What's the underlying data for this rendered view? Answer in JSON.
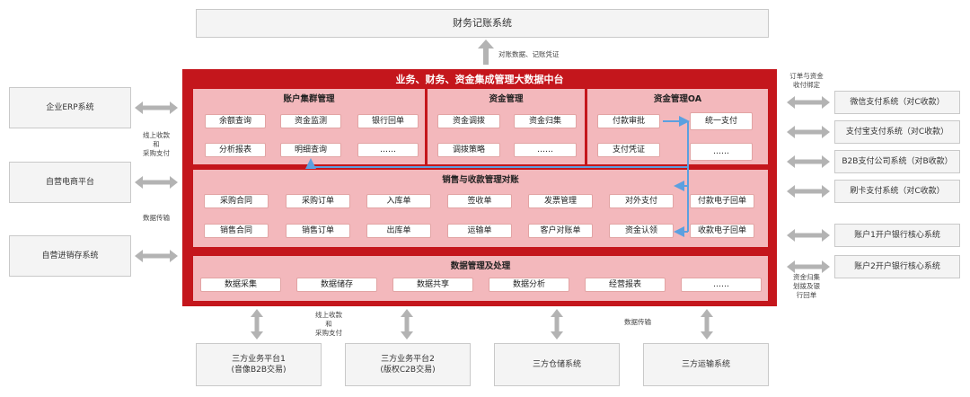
{
  "top": {
    "system": "财务记账系统",
    "arrow_label": "对账数据、记账凭证"
  },
  "platform": {
    "title": "业务、财务、资金集成管理大数据中台"
  },
  "account_mgmt": {
    "title": "账户集群管理",
    "items": [
      "余额查询",
      "资金监测",
      "银行回单",
      "分析报表",
      "明细查询",
      "……"
    ]
  },
  "fund_mgmt": {
    "title": "资金管理",
    "items": [
      "资金调拨",
      "资金归集",
      "调拨策略",
      "……"
    ]
  },
  "fund_oa": {
    "title": "资金管理OA",
    "items": [
      "付款审批",
      "统一支付",
      "支付凭证",
      "……"
    ]
  },
  "sales": {
    "title": "销售与收款管理对账",
    "row1": [
      "采购合同",
      "采购订单",
      "入库单",
      "签收单",
      "发票管理",
      "对外支付",
      "付款电子回单"
    ],
    "row2": [
      "销售合同",
      "销售订单",
      "出库单",
      "运输单",
      "客户对账单",
      "资金认领",
      "收款电子回单"
    ]
  },
  "data_mgmt": {
    "title": "数据管理及处理",
    "items": [
      "数据采集",
      "数据储存",
      "数据共享",
      "数据分析",
      "经营报表",
      "……"
    ]
  },
  "left": {
    "systems": [
      "企业ERP系统",
      "自营电商平台",
      "自营进销存系统"
    ],
    "label_online": "线上收款\n和\n采购支付",
    "label_data": "数据传输"
  },
  "right": {
    "label_order": "订单与资金\n收付绑定",
    "label_fund": "资金归集\n划拨及银\n行回单",
    "payments": [
      "微信支付系统（对C收款）",
      "支付宝支付系统（对C收款）",
      "B2B支付公司系统（对B收款）",
      "刷卡支付系统（对C收款）"
    ],
    "banks": [
      "账户1开户银行核心系统",
      "账户2开户银行核心系统"
    ]
  },
  "bottom": {
    "platforms": [
      "三方业务平台1\n(音像B2B交易)",
      "三方业务平台2\n(版权C2B交易)",
      "三方仓储系统",
      "三方运输系统"
    ],
    "label_online": "线上收款\n和\n采购支付",
    "label_data": "数据传输"
  },
  "colors": {
    "platform_red": "#c4161c",
    "panel_pink": "#f3b8bc",
    "arrow_gray": "#b3b3b3",
    "connector_blue": "#5ba0e0"
  }
}
